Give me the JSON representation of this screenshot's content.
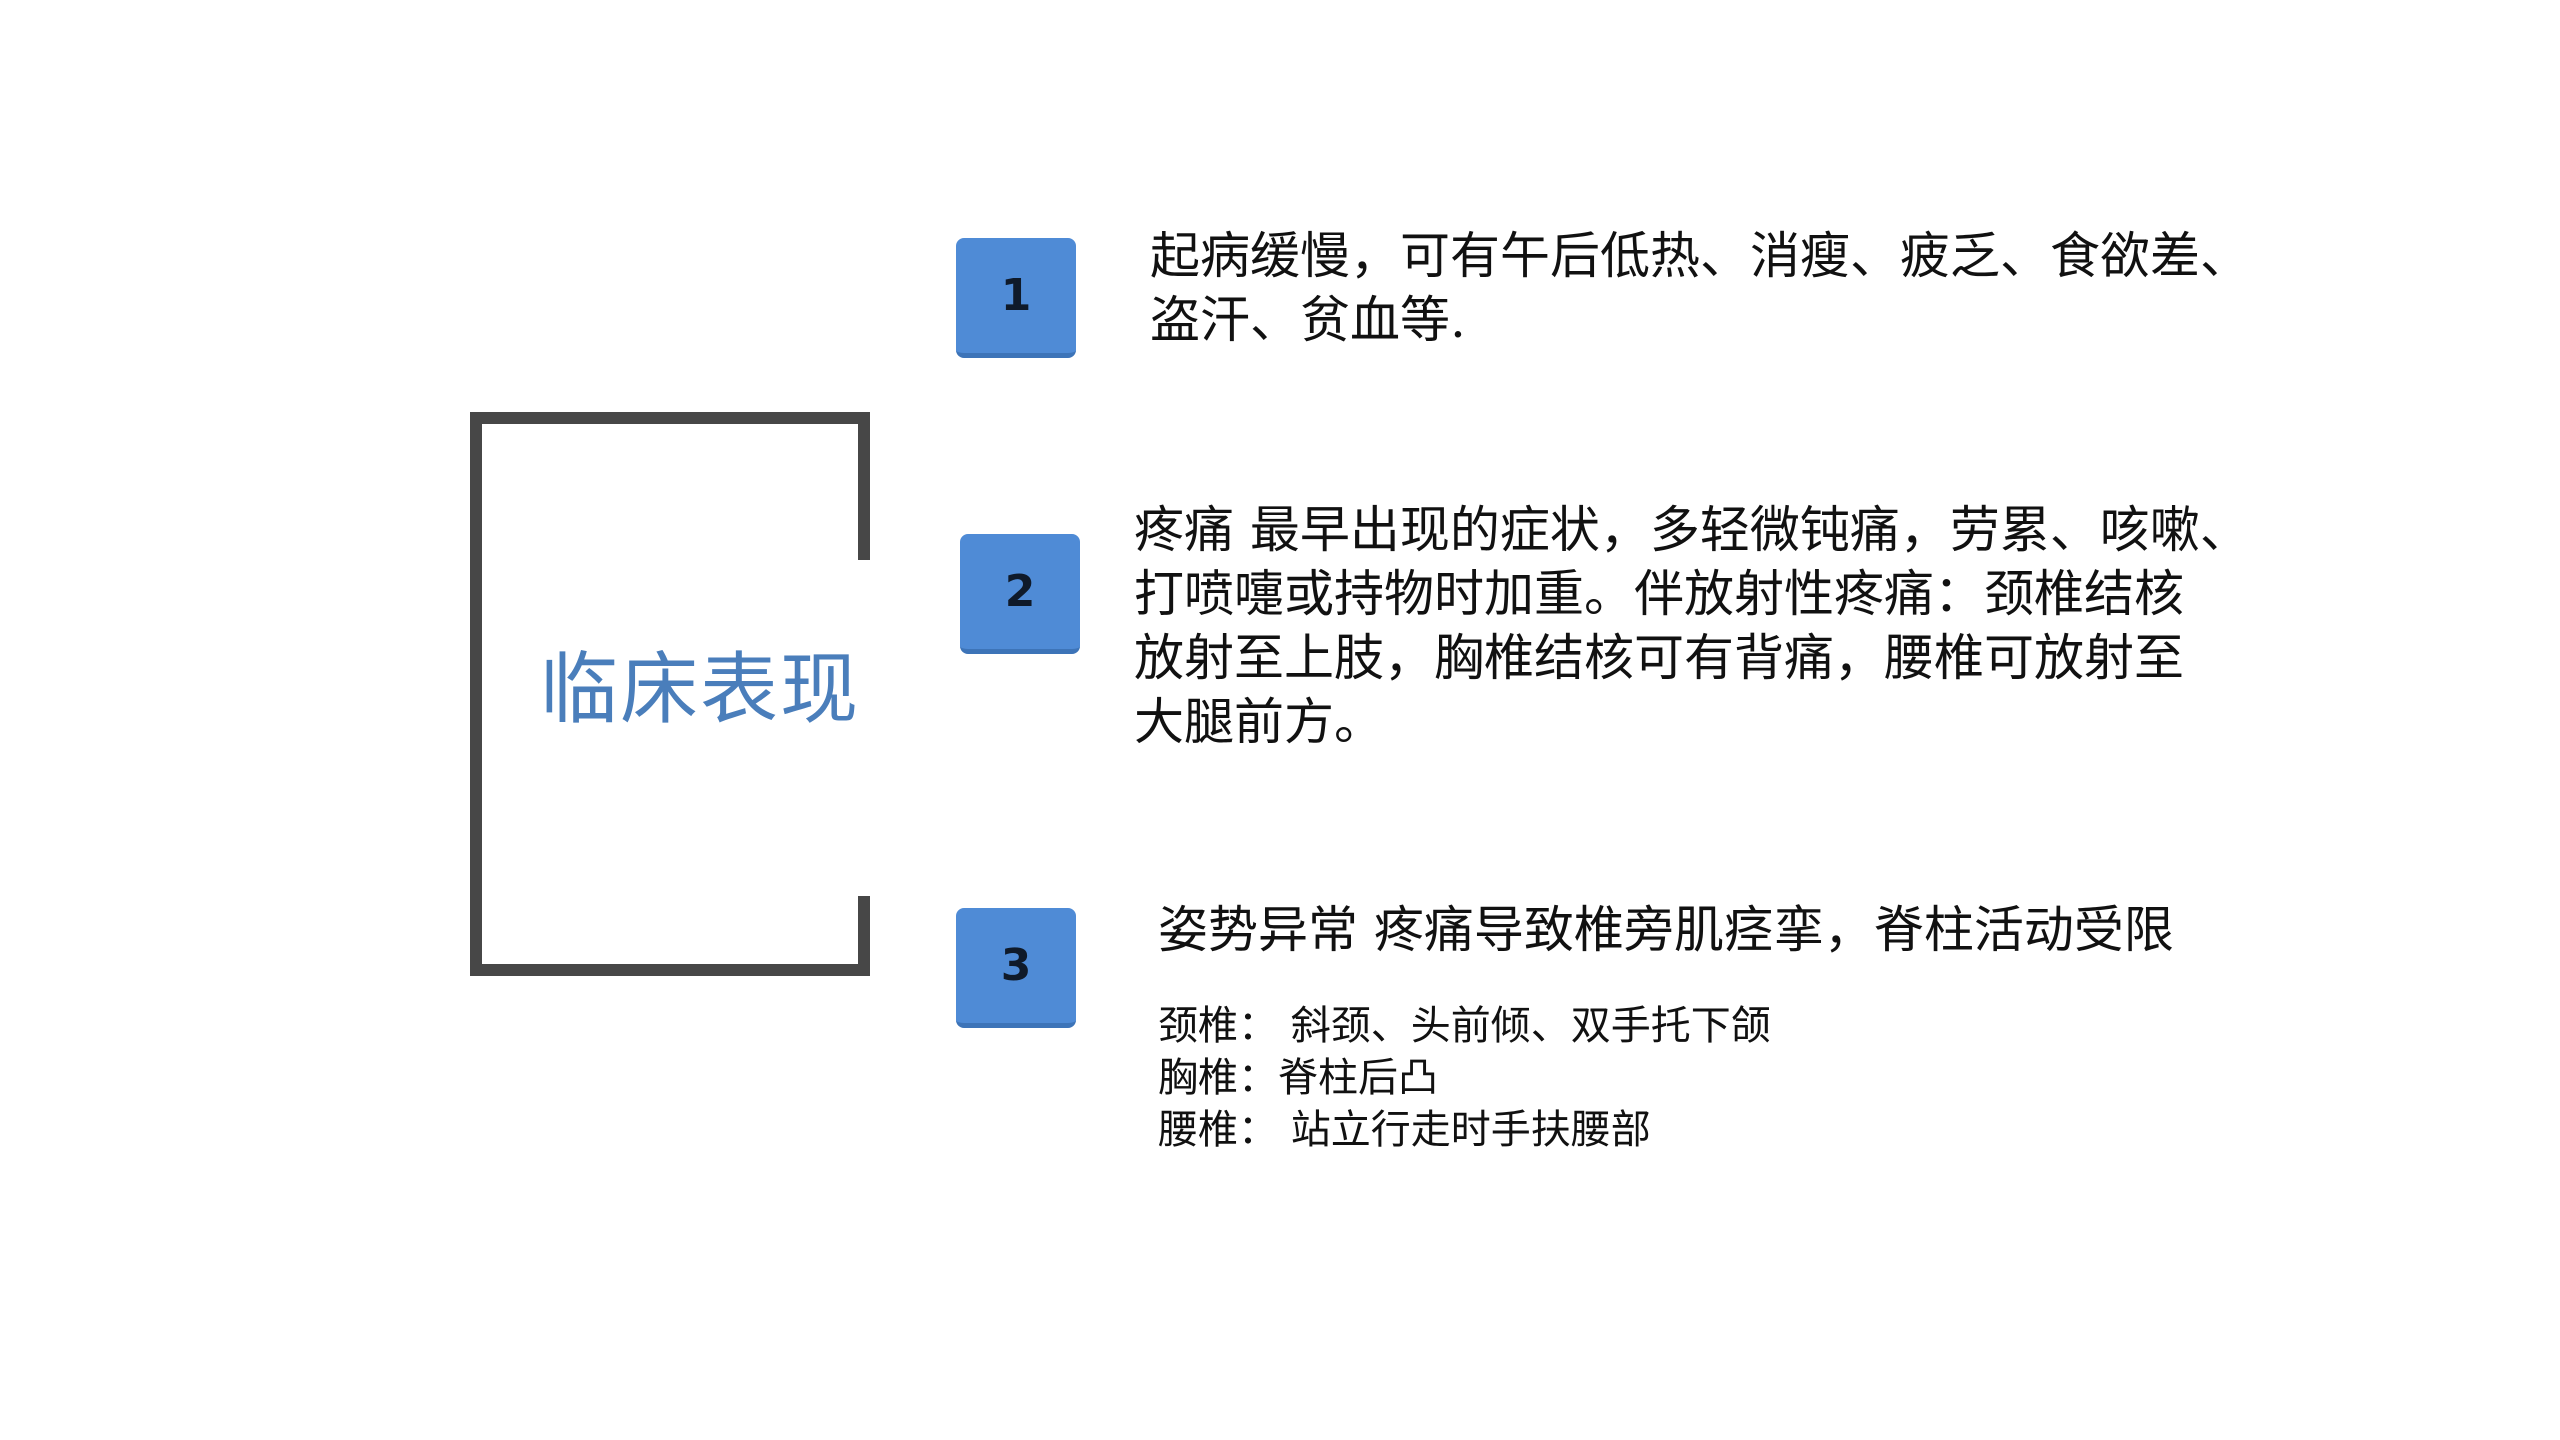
{
  "title": "临床表现",
  "items": [
    {
      "number": "1",
      "lines": [
        "起病缓慢，可有午后低热、消瘦、疲乏、食欲差、",
        "盗汗、贫血等."
      ]
    },
    {
      "number": "2",
      "lines": [
        "疼痛 最早出现的症状，多轻微钝痛，劳累、咳嗽、",
        "打喷嚏或持物时加重。伴放射性疼痛：颈椎结核",
        "放射至上肢，胸椎结核可有背痛，腰椎可放射至",
        "大腿前方。"
      ]
    },
    {
      "number": "3",
      "lines": [
        "姿势异常 疼痛导致椎旁肌痉挛，脊柱活动受限"
      ],
      "sub_lines": [
        "颈椎：  斜颈、头前倾、双手托下颌",
        "胸椎：脊柱后凸",
        "腰椎：  站立行走时手扶腰部"
      ]
    }
  ],
  "colors": {
    "title": "#4a7ebb",
    "badge": "#4f8bd6",
    "frame": "#474747"
  }
}
